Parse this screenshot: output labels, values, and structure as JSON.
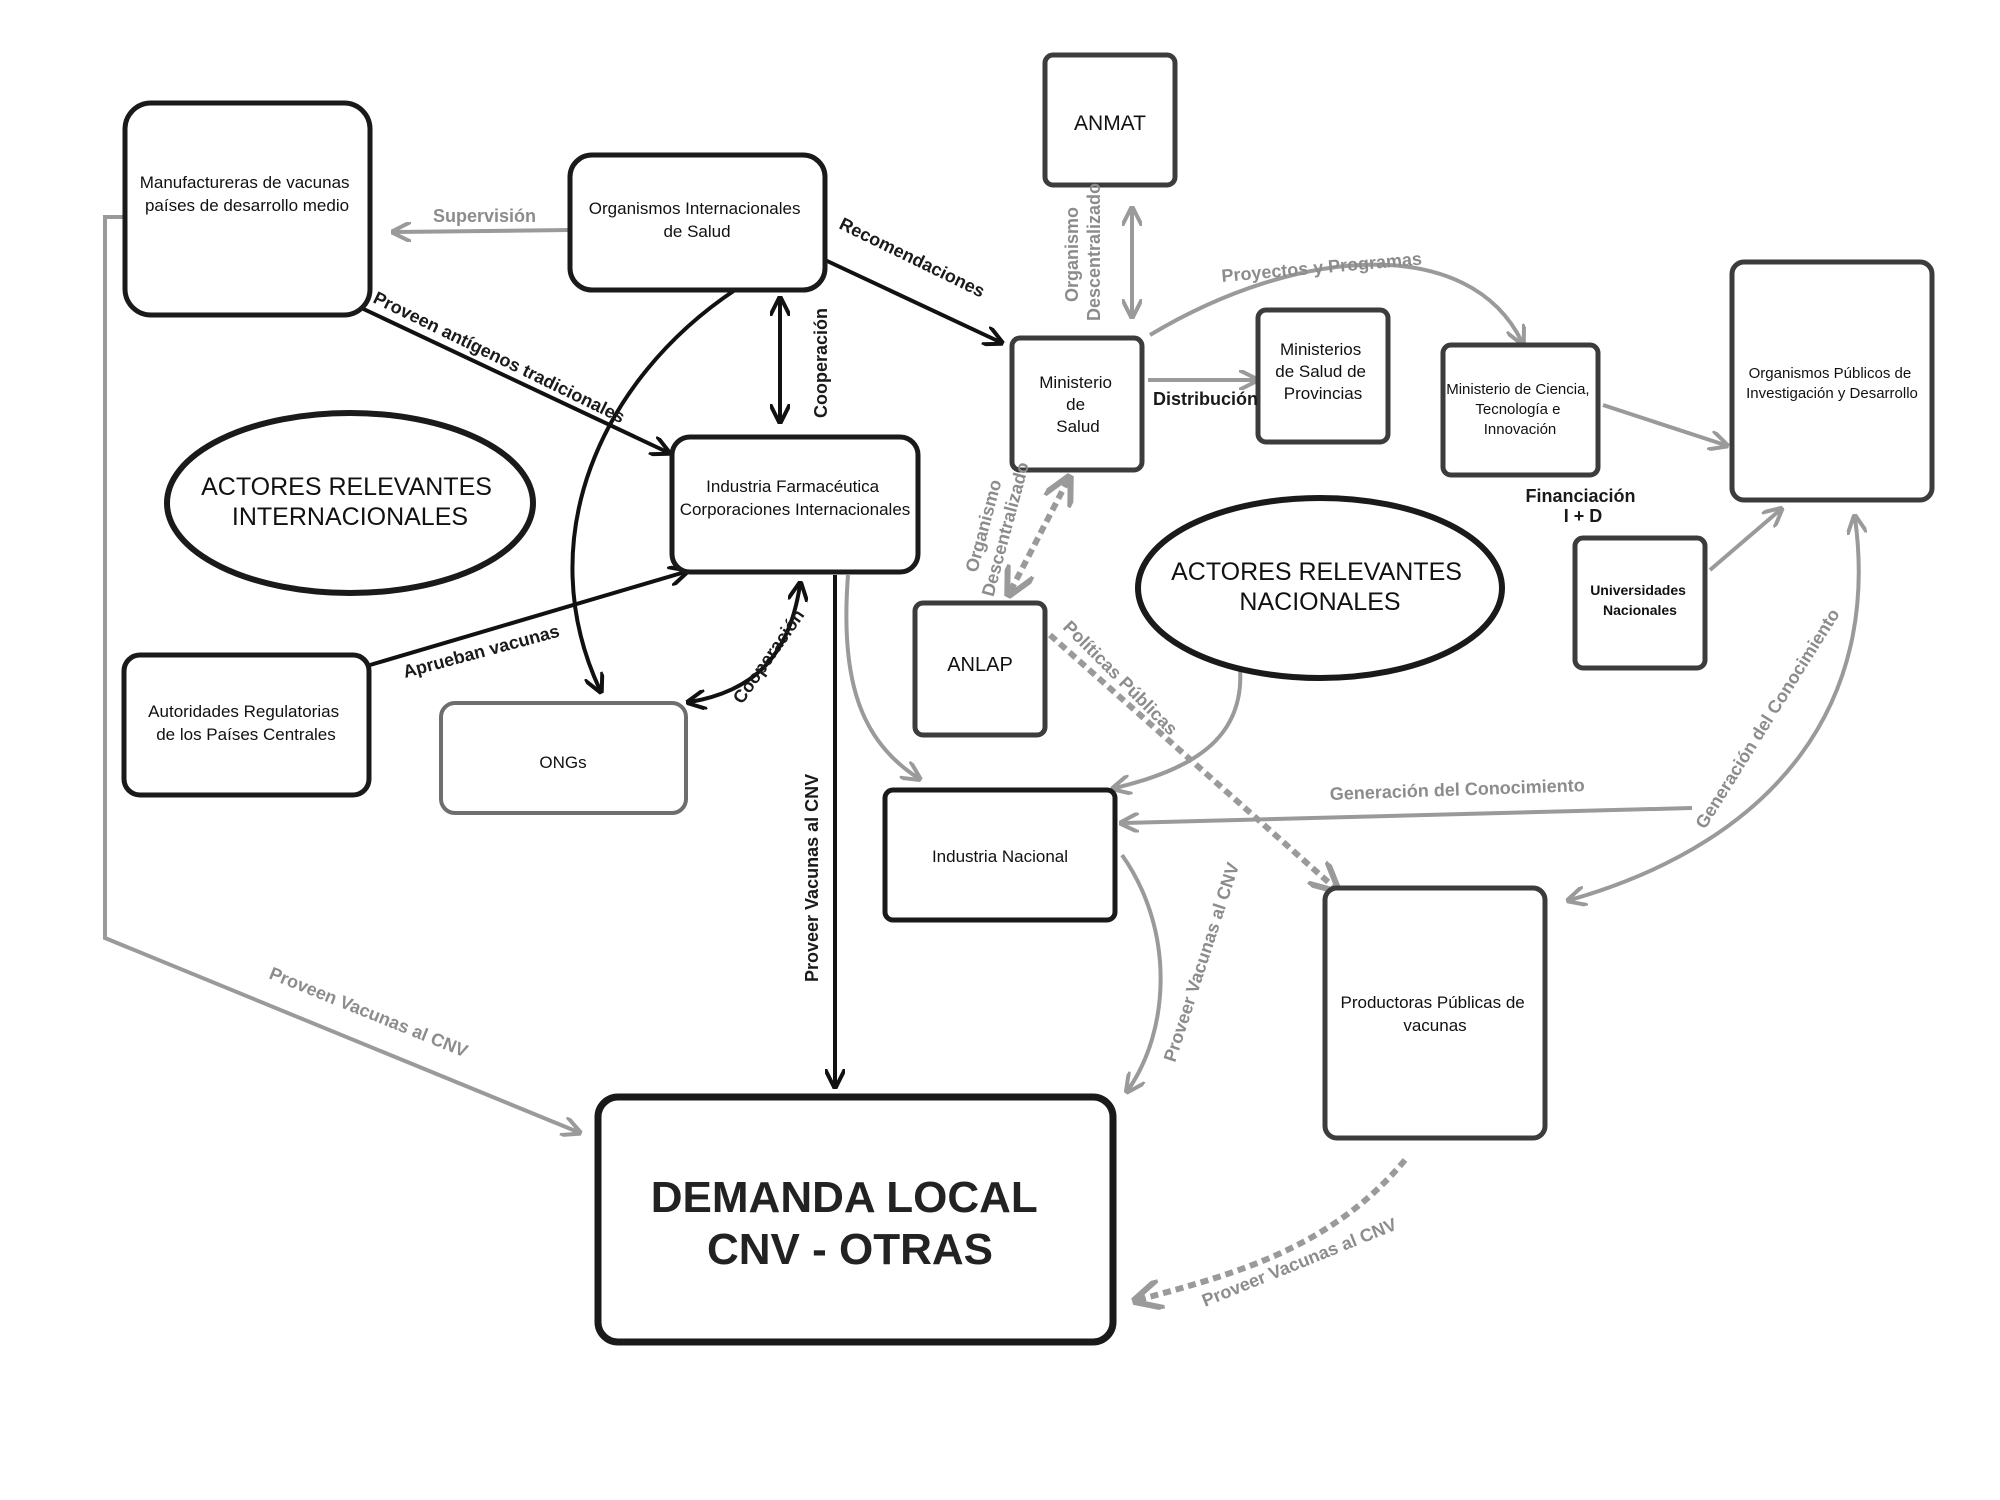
{
  "nodes": {
    "manufactureras": [
      "Manufactureras de vacunas",
      "países de desarrollo medio"
    ],
    "organismos_internacionales": [
      "Organismos Internacionales",
      "de Salud"
    ],
    "industria_farmaceutica": [
      "Industria Farmacéutica",
      "Corporaciones Internacionales"
    ],
    "autoridades_regulatorias": [
      "Autoridades Regulatorias",
      "de los Países Centrales"
    ],
    "ongs": [
      "ONGs"
    ],
    "anmat": [
      "ANMAT"
    ],
    "ministerio_salud": [
      "Ministerio",
      "de",
      "Salud"
    ],
    "ministerios_provincias": [
      "Ministerios",
      "de Salud de",
      "Provincias"
    ],
    "ministerio_ciencia": [
      "Ministerio de Ciencia,",
      "Tecnología e",
      "Innovación"
    ],
    "organismos_publicos_id": [
      "Organismos Públicos de",
      "Investigación y Desarrollo"
    ],
    "universidades": [
      "Universidades",
      "Nacionales"
    ],
    "anlap": [
      "ANLAP"
    ],
    "industria_nacional": [
      "Industria Nacional"
    ],
    "productoras_publicas": [
      "Productoras Públicas de",
      "vacunas"
    ],
    "demanda_local": [
      "DEMANDA LOCAL",
      "CNV - OTRAS"
    ]
  },
  "groups": {
    "internacionales": [
      "ACTORES RELEVANTES",
      "INTERNACIONALES"
    ],
    "nacionales": [
      "ACTORES RELEVANTES",
      "NACIONALES"
    ]
  },
  "edge_labels": {
    "supervision": "Supervisión",
    "recomendaciones": "Recomendaciones",
    "proveen_antigenos": "Proveen antígenos tradicionales",
    "cooperacion_1": "Cooperación",
    "cooperacion_2": "Cooperación",
    "aprueban_vacunas": "Aprueban vacunas",
    "proveer_vacunas_central": "Proveer Vacunas al CNV",
    "proveen_vacunas_izq": "Proveen Vacunas al CNV",
    "organismo_descentralizado_1": [
      "Organismo",
      "Descentralizado"
    ],
    "organismo_descentralizado_2": [
      "Organismo",
      "Descentralizado"
    ],
    "proyectos_programas": "Proyectos y Programas",
    "distribucion": "Distribución",
    "financiacion": [
      "Financiación",
      "I + D"
    ],
    "politicas_publicas": "Políticas Públicas",
    "generacion_conocimiento_1": "Generación del Conocimiento",
    "generacion_conocimiento_2": "Generación del Conocimiento",
    "proveer_vacunas_nacional": "Proveer Vacunas al CNV",
    "proveer_vacunas_productoras": "Proveer Vacunas al CNV"
  }
}
